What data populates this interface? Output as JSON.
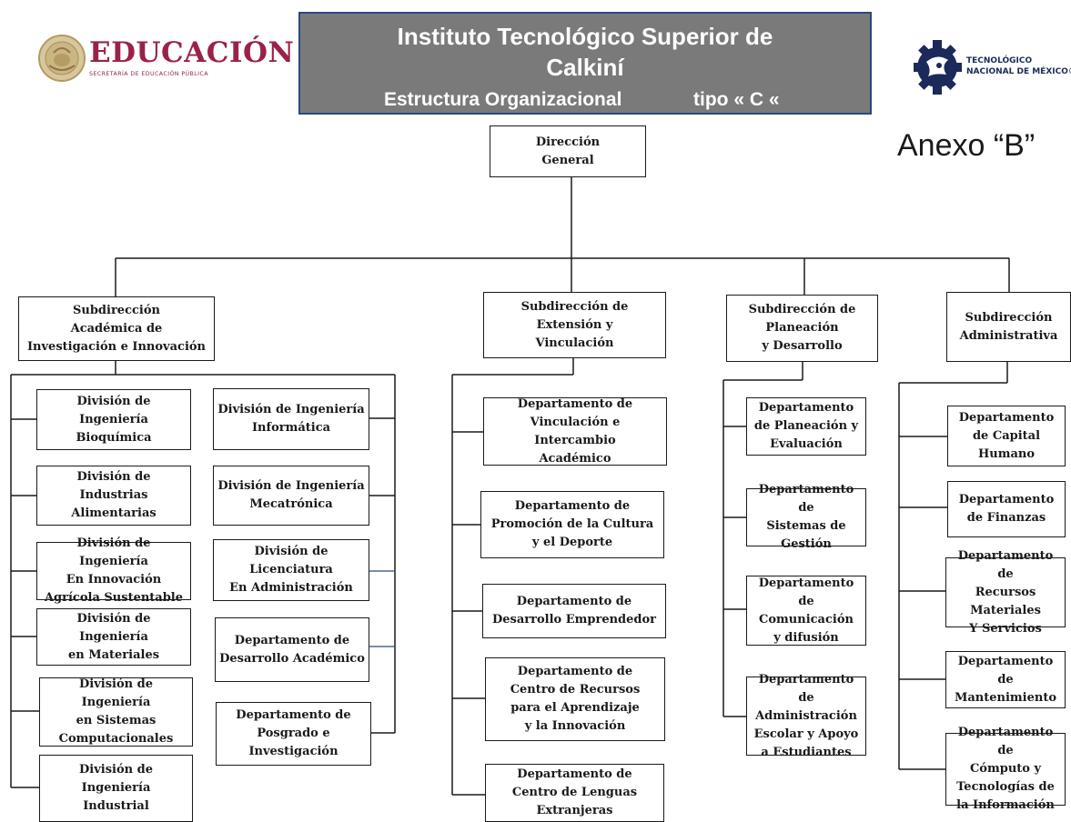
{
  "header": {
    "line1": "Instituto Tecnológico Superior de",
    "line2": "Calkiní",
    "line3": "Estructura Organizacional",
    "line4": "tipo « C «"
  },
  "annex": "Anexo “B”",
  "logo_left": {
    "title": "EDUCACIÓN",
    "subtitle": "SECRETARÍA DE EDUCACIÓN PÚBLICA"
  },
  "logo_right": {
    "line1": "TECNOLÓGICO",
    "line2": "NACIONAL DE MÉXICO®"
  },
  "colors": {
    "header_bg": "#7a7a7a",
    "header_border": "#2c4a7c",
    "edu_red": "#9b2247",
    "tecnm_blue": "#1b2a5a",
    "line": "#1a1a1a"
  },
  "org": {
    "direccion": "Dirección\nGeneral",
    "subdirecciones": [
      {
        "name": "Subdirección\nAcadémica de\nInvestigación e Innovación",
        "units_left": [
          "División de\nIngeniería Bioquímica",
          "División de\nIndustrias Alimentarias",
          "División de Ingeniería\nEn Innovación\nAgrícola Sustentable",
          "División de Ingeniería\nen Materiales",
          "División de Ingeniería\nen Sistemas\nComputacionales",
          "División de Ingeniería\nIndustrial"
        ],
        "units_right": [
          "División de Ingeniería\nInformática",
          "División de Ingeniería\nMecatrónica",
          "División de\nLicenciatura\nEn Administración",
          "Departamento de\nDesarrollo Académico",
          "Departamento de\nPosgrado e\nInvestigación"
        ]
      },
      {
        "name": "Subdirección de\nExtensión y\nVinculación",
        "units": [
          "Departamento de\nVinculación e Intercambio\nAcadémico",
          "Departamento de\nPromoción de la Cultura\ny el Deporte",
          "Departamento de\nDesarrollo Emprendedor",
          "Departamento de\nCentro de Recursos\npara el Aprendizaje\ny la Innovación",
          "Departamento de\nCentro de Lenguas\nExtranjeras"
        ]
      },
      {
        "name": "Subdirección de\nPlaneación\ny Desarrollo",
        "units": [
          "Departamento\nde Planeación y\nEvaluación",
          "Departamento de\nSistemas de\nGestión",
          "Departamento de\nComunicación\ny difusión",
          "Departamento de\nAdministración\nEscolar y Apoyo\na Estudiantes"
        ]
      },
      {
        "name": "Subdirección\nAdministrativa",
        "units": [
          "Departamento\nde Capital\nHumano",
          "Departamento\nde Finanzas",
          "Departamento de\nRecursos\nMateriales\nY Servicios",
          "Departamento de\nMantenimiento",
          "Departamento de\nCómputo y\nTecnologías de\nla Información"
        ]
      }
    ]
  }
}
